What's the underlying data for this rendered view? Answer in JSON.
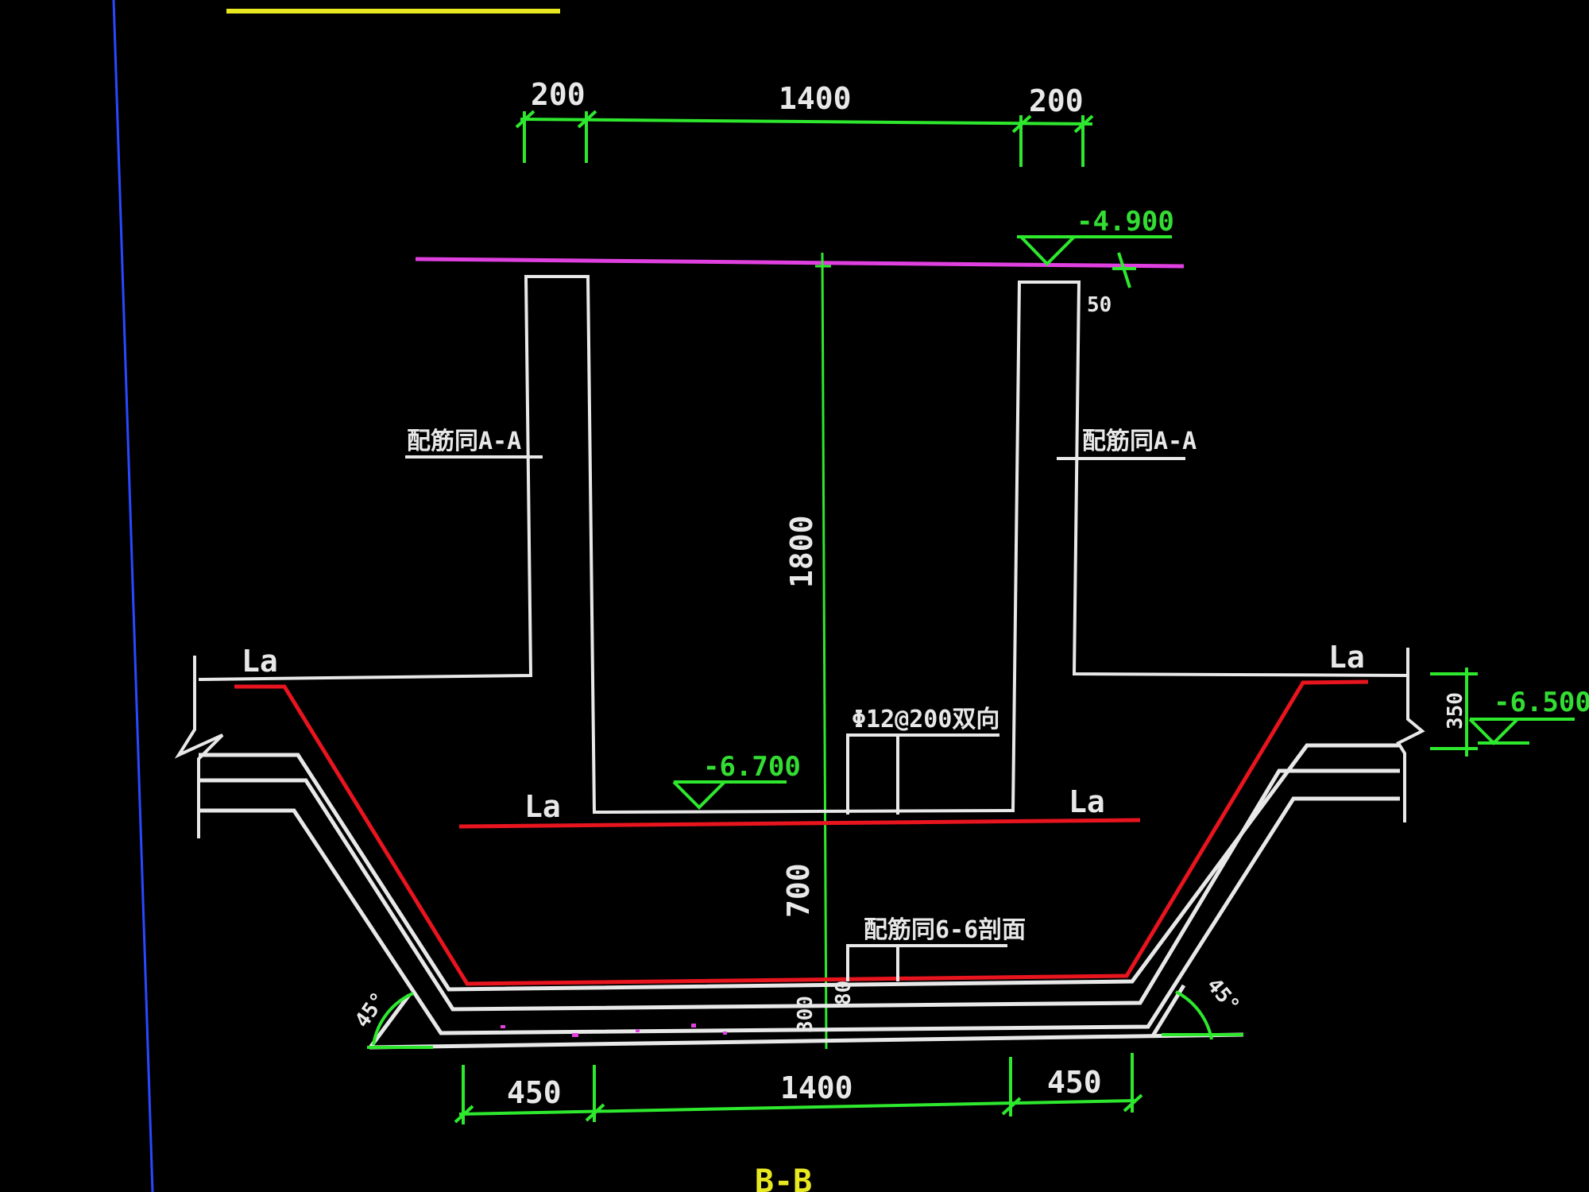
{
  "colors": {
    "background": "#000000",
    "concrete": "#e8e8e8",
    "rebar": "#e8141e",
    "dimension": "#2ee82e",
    "axis": "#2ee82e",
    "finish_line": "#e040e0",
    "border": "#2a48ff",
    "title_bar": "#e8e820"
  },
  "dimensions": {
    "top_left": "200",
    "top_center": "1400",
    "top_right": "200",
    "bottom_left": "450",
    "bottom_center": "1400",
    "bottom_right": "450",
    "wall_height": "1800",
    "pit_depth": "700",
    "slab_thickness": "80",
    "cushion": "300",
    "step": "350",
    "top_small": "50"
  },
  "elevations": {
    "top": "-4.900",
    "bottom": "-6.700",
    "right_step": "-6.500"
  },
  "labels": {
    "wall_rebar_left": "配筋同A-A",
    "wall_rebar_right": "配筋同A-A",
    "rebar_spec": "Φ12@200双向",
    "bottom_rebar": "配筋同6-6剖面",
    "la_top_left": "La",
    "la_top_right": "La",
    "la_mid_left": "La",
    "la_mid_right": "La",
    "section_title": "B-B",
    "angle_left": "45°",
    "angle_right": "45°"
  }
}
